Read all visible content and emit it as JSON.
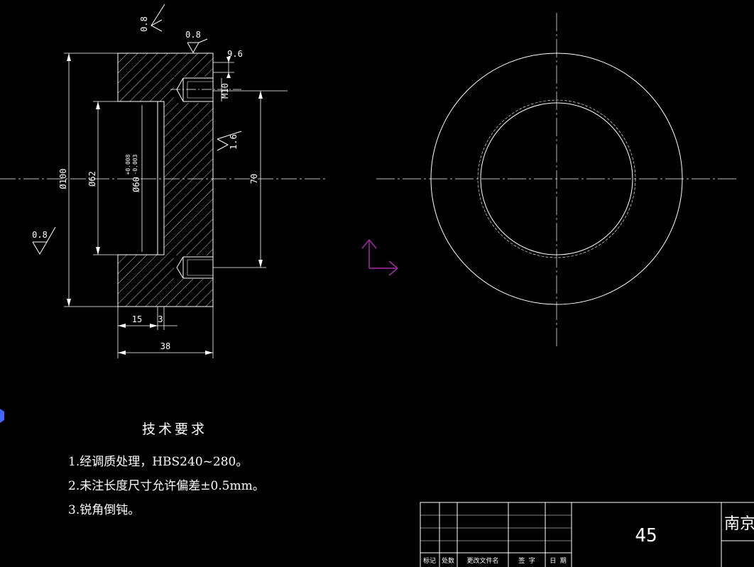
{
  "dims": {
    "dia100": "Ø100",
    "dia62": "Ø62",
    "dia60_main": "Ø60",
    "dia60_tol_upper": "+0.008",
    "dia60_tol_lower": "-0.003",
    "len70": "70",
    "len15": "15",
    "len3": "3",
    "len38": "38",
    "len96": "9.6",
    "thread": "M10"
  },
  "roughness": {
    "top": "0.8",
    "mid": "0.8",
    "left": "0.8",
    "face": "1.6"
  },
  "tech": {
    "title": "技术要求",
    "items": [
      "1.经调质处理，HBS240~280。",
      "2.未注长度尺寸允许偏差±0.5mm。",
      "3.锐角倒钝。"
    ]
  },
  "titleblock": {
    "material": "45",
    "school": "南京理",
    "headers": [
      "标记",
      "处数",
      "更改文件名",
      "签 字",
      "日 期"
    ]
  },
  "colors": {
    "line": "#ffffff",
    "ucs": "#cc33cc",
    "marker": "#4466ff"
  }
}
